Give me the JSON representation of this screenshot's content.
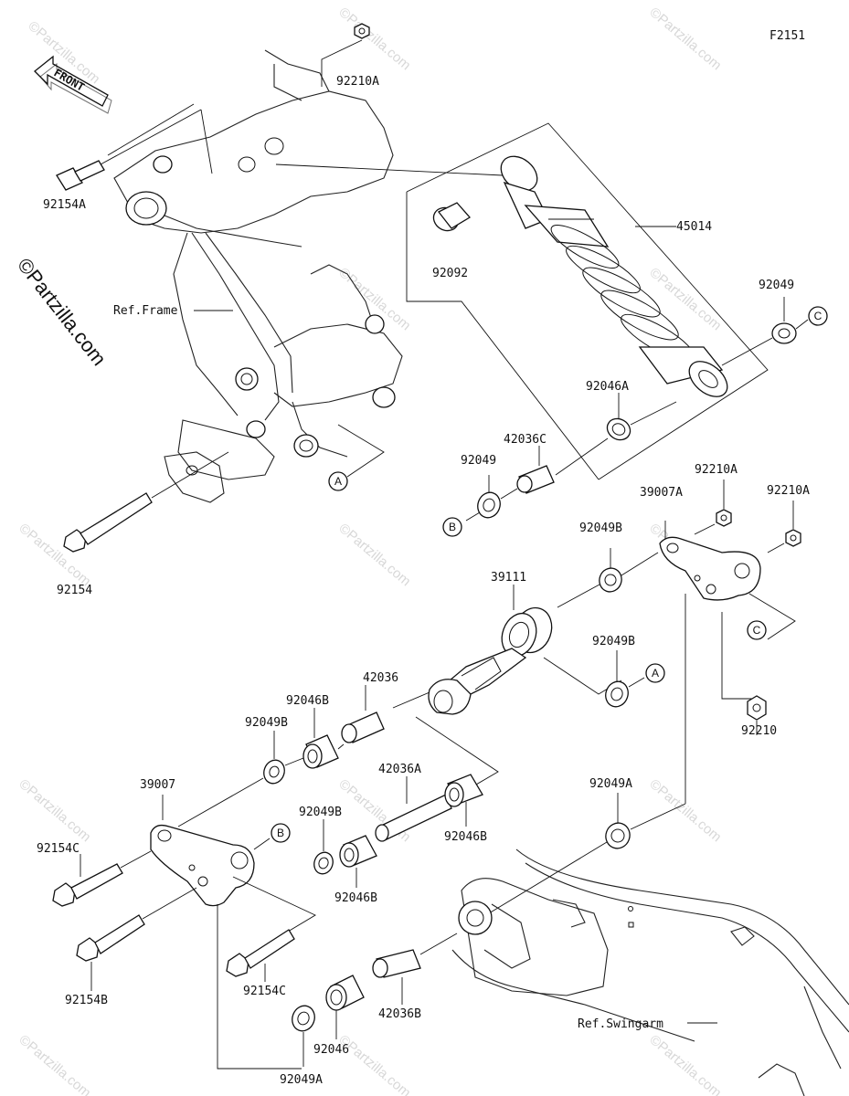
{
  "diagram_code": "F2151",
  "watermark_text": "©Partzilla.com",
  "logo_text": "©Partzilla.com",
  "front_label": "FRONT",
  "ref_labels": {
    "frame": "Ref.Frame",
    "swingarm": "Ref.Swingarm"
  },
  "callouts": {
    "a": "A",
    "b": "B",
    "c": "C"
  },
  "parts": [
    {
      "id": "92210A",
      "label": "92210A"
    },
    {
      "id": "92154A",
      "label": "92154A"
    },
    {
      "id": "45014",
      "label": "45014"
    },
    {
      "id": "92092",
      "label": "92092"
    },
    {
      "id": "92049",
      "label": "92049"
    },
    {
      "id": "92046A",
      "label": "92046A"
    },
    {
      "id": "42036C",
      "label": "42036C"
    },
    {
      "id": "92049-b",
      "label": "92049"
    },
    {
      "id": "92210A-2",
      "label": "92210A"
    },
    {
      "id": "92210A-3",
      "label": "92210A"
    },
    {
      "id": "39007A",
      "label": "39007A"
    },
    {
      "id": "92049B-1",
      "label": "92049B"
    },
    {
      "id": "92154",
      "label": "92154"
    },
    {
      "id": "39111",
      "label": "39111"
    },
    {
      "id": "92049B-2",
      "label": "92049B"
    },
    {
      "id": "92210",
      "label": "92210"
    },
    {
      "id": "42036",
      "label": "42036"
    },
    {
      "id": "92046B-1",
      "label": "92046B"
    },
    {
      "id": "92049B-3",
      "label": "92049B"
    },
    {
      "id": "39007",
      "label": "39007"
    },
    {
      "id": "42036A",
      "label": "42036A"
    },
    {
      "id": "92049A-1",
      "label": "92049A"
    },
    {
      "id": "92154C-1",
      "label": "92154C"
    },
    {
      "id": "92049B-4",
      "label": "92049B"
    },
    {
      "id": "92046B-2",
      "label": "92046B"
    },
    {
      "id": "92046B-3",
      "label": "92046B"
    },
    {
      "id": "92154B",
      "label": "92154B"
    },
    {
      "id": "92154C-2",
      "label": "92154C"
    },
    {
      "id": "42036B",
      "label": "42036B"
    },
    {
      "id": "92046",
      "label": "92046"
    },
    {
      "id": "92049A-2",
      "label": "92049A"
    }
  ]
}
